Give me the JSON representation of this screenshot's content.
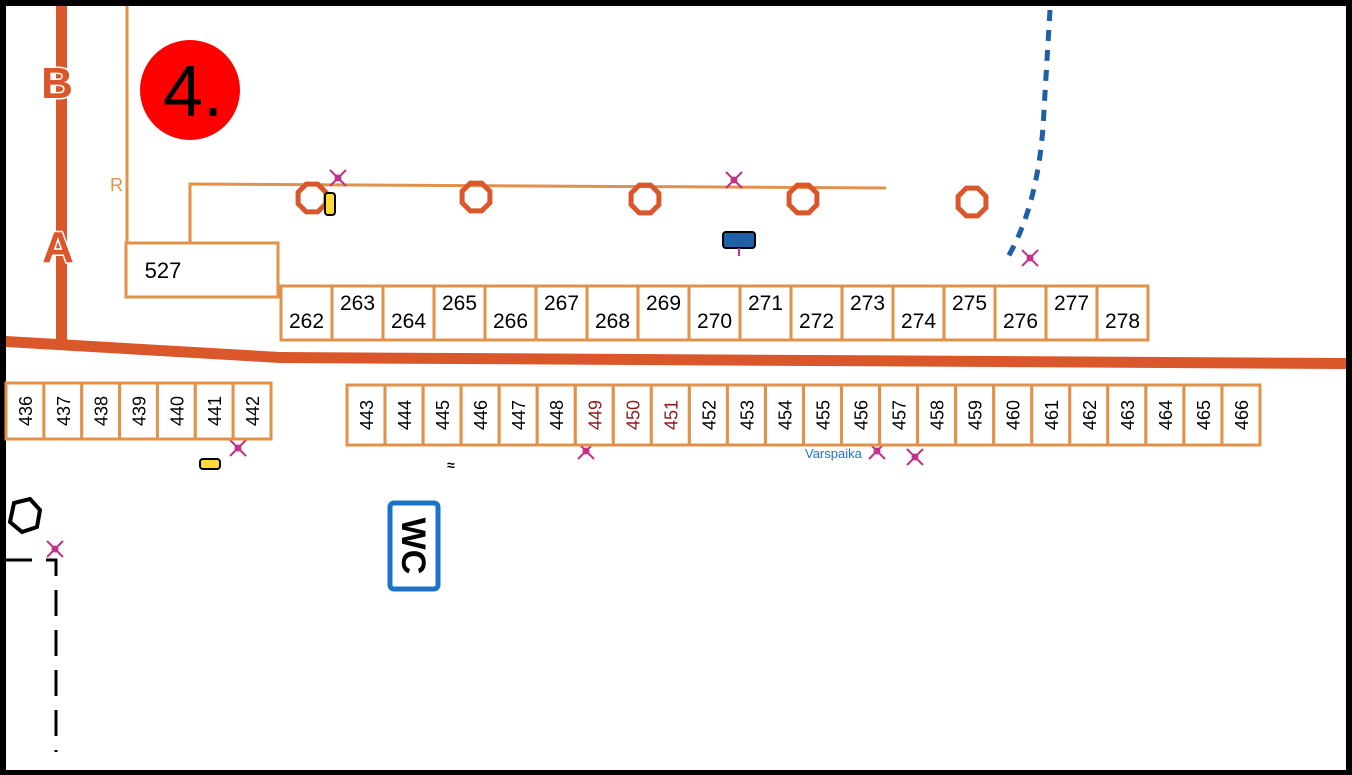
{
  "map": {
    "area_badge": "4.",
    "road_labels": {
      "upper": "B",
      "lower": "A",
      "r_marker": "R"
    },
    "wc_label": "WC",
    "reserve_label": "Varspaika",
    "plot_527": "527",
    "upper_row": [
      "262",
      "263",
      "264",
      "265",
      "266",
      "267",
      "268",
      "269",
      "270",
      "271",
      "272",
      "273",
      "274",
      "275",
      "276",
      "277",
      "278"
    ],
    "lower_row_left": [
      "436",
      "437",
      "438",
      "439",
      "440",
      "441",
      "442"
    ],
    "lower_row_right": [
      "443",
      "444",
      "445",
      "446",
      "447",
      "448",
      "449",
      "450",
      "451",
      "452",
      "453",
      "454",
      "455",
      "456",
      "457",
      "458",
      "459",
      "460",
      "461",
      "462",
      "463",
      "464",
      "465",
      "466"
    ],
    "red_label_plots": [
      "449",
      "450",
      "451"
    ],
    "colors": {
      "road": "#d9572b",
      "plot_border": "#e0914a",
      "badge": "#ff0000",
      "water": "#1f5fa6",
      "wc_border": "#1b73c9",
      "marker": "#c2328a",
      "red_text": "#8b1a1a",
      "frame": "#000000"
    },
    "icons": [
      "tree-icon",
      "hydrant-marker-icon",
      "water-tap-icon",
      "post-marker-icon"
    ]
  }
}
